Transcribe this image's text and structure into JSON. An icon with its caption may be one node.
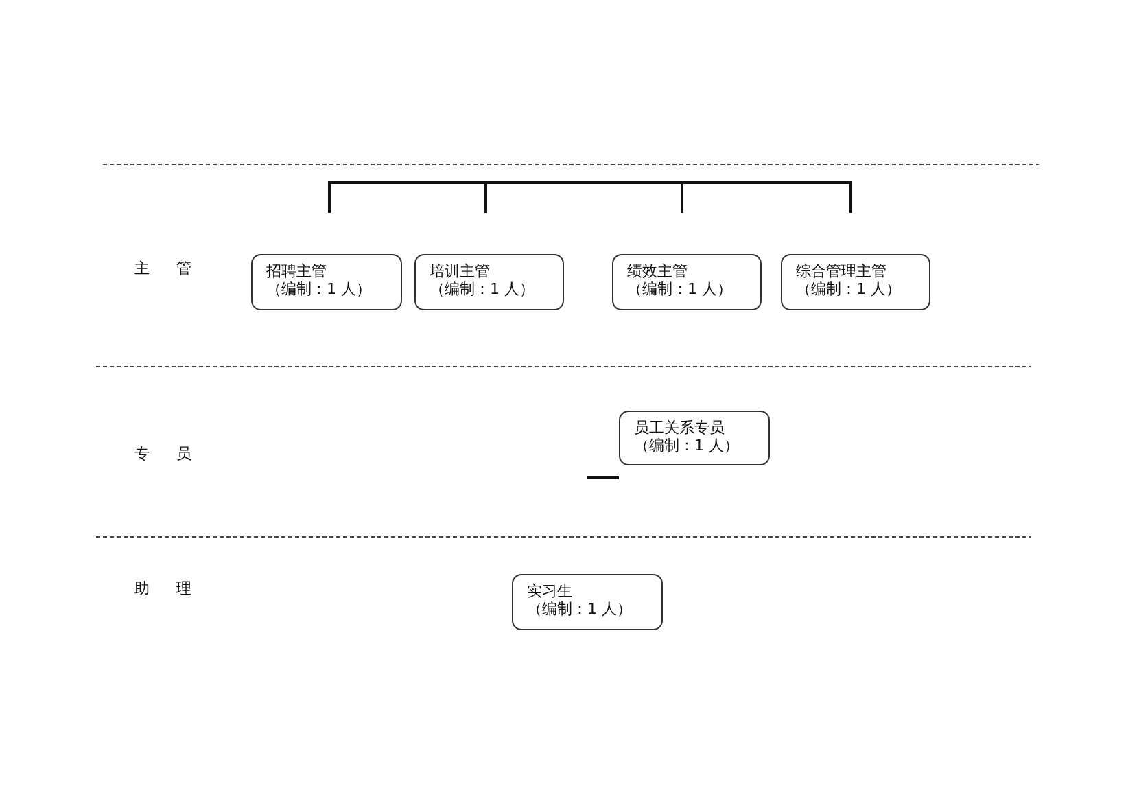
{
  "diagram": {
    "nodes": [
      {
        "text": [
          "招聘主管",
          "（编制：1 人）"
        ]
      },
      {
        "text": [
          "培训主管",
          "（编制：1 人）"
        ]
      },
      {
        "text": [
          "绩效主管",
          "（编制：1 人）"
        ]
      },
      {
        "text": [
          "综合管理主管",
          "（编制：1 人）"
        ]
      },
      {
        "text": [
          "员工关系专员",
          "（编制：1 人）"
        ]
      },
      {
        "text": [
          "实习生",
          "（编制：1 人）"
        ]
      }
    ],
    "edges": [],
    "labels": [
      "主 管",
      "专 员",
      "助 理"
    ]
  }
}
